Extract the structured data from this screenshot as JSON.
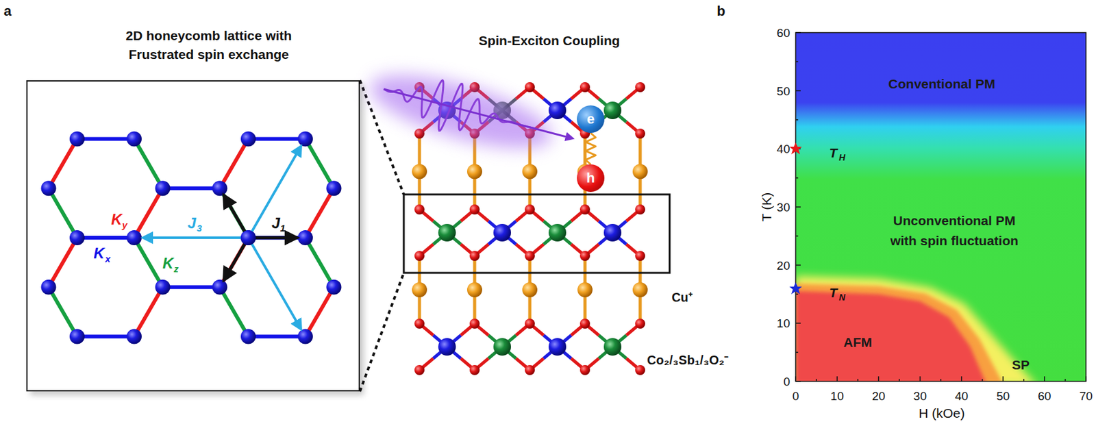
{
  "diagram": {
    "nodes": [
      {
        "text": [
          "2D honeycomb lattice with Frustrated spin exchange"
        ]
      },
      {
        "text": [
          "e"
        ]
      },
      {
        "text": [
          "h"
        ]
      },
      {
        "text": [
          "Conventional PM"
        ]
      },
      {
        "text": [
          "Unconventional PM with spin fluctuation"
        ]
      },
      {
        "text": [
          "AFM"
        ]
      },
      {
        "text": [
          "SP"
        ]
      }
    ],
    "edges": [
      {
        "from": 1,
        "to": 2,
        "arrow": "none"
      }
    ],
    "labels": [
      "a",
      "b",
      "Spin-Exciton Coupling",
      "K",
      "y",
      "J",
      "3",
      "J",
      "1",
      "K",
      "x",
      "K",
      "z",
      "Cu⁺",
      "Co₂/₃Sb₁/₃O₂⁻",
      "T",
      "H",
      "T",
      "N",
      "60",
      "50",
      "40",
      "30",
      "20",
      "10",
      "0",
      "0",
      "10",
      "20",
      "30",
      "40",
      "50",
      "60",
      "70",
      "T (K)",
      "H (kOe)"
    ]
  }
}
